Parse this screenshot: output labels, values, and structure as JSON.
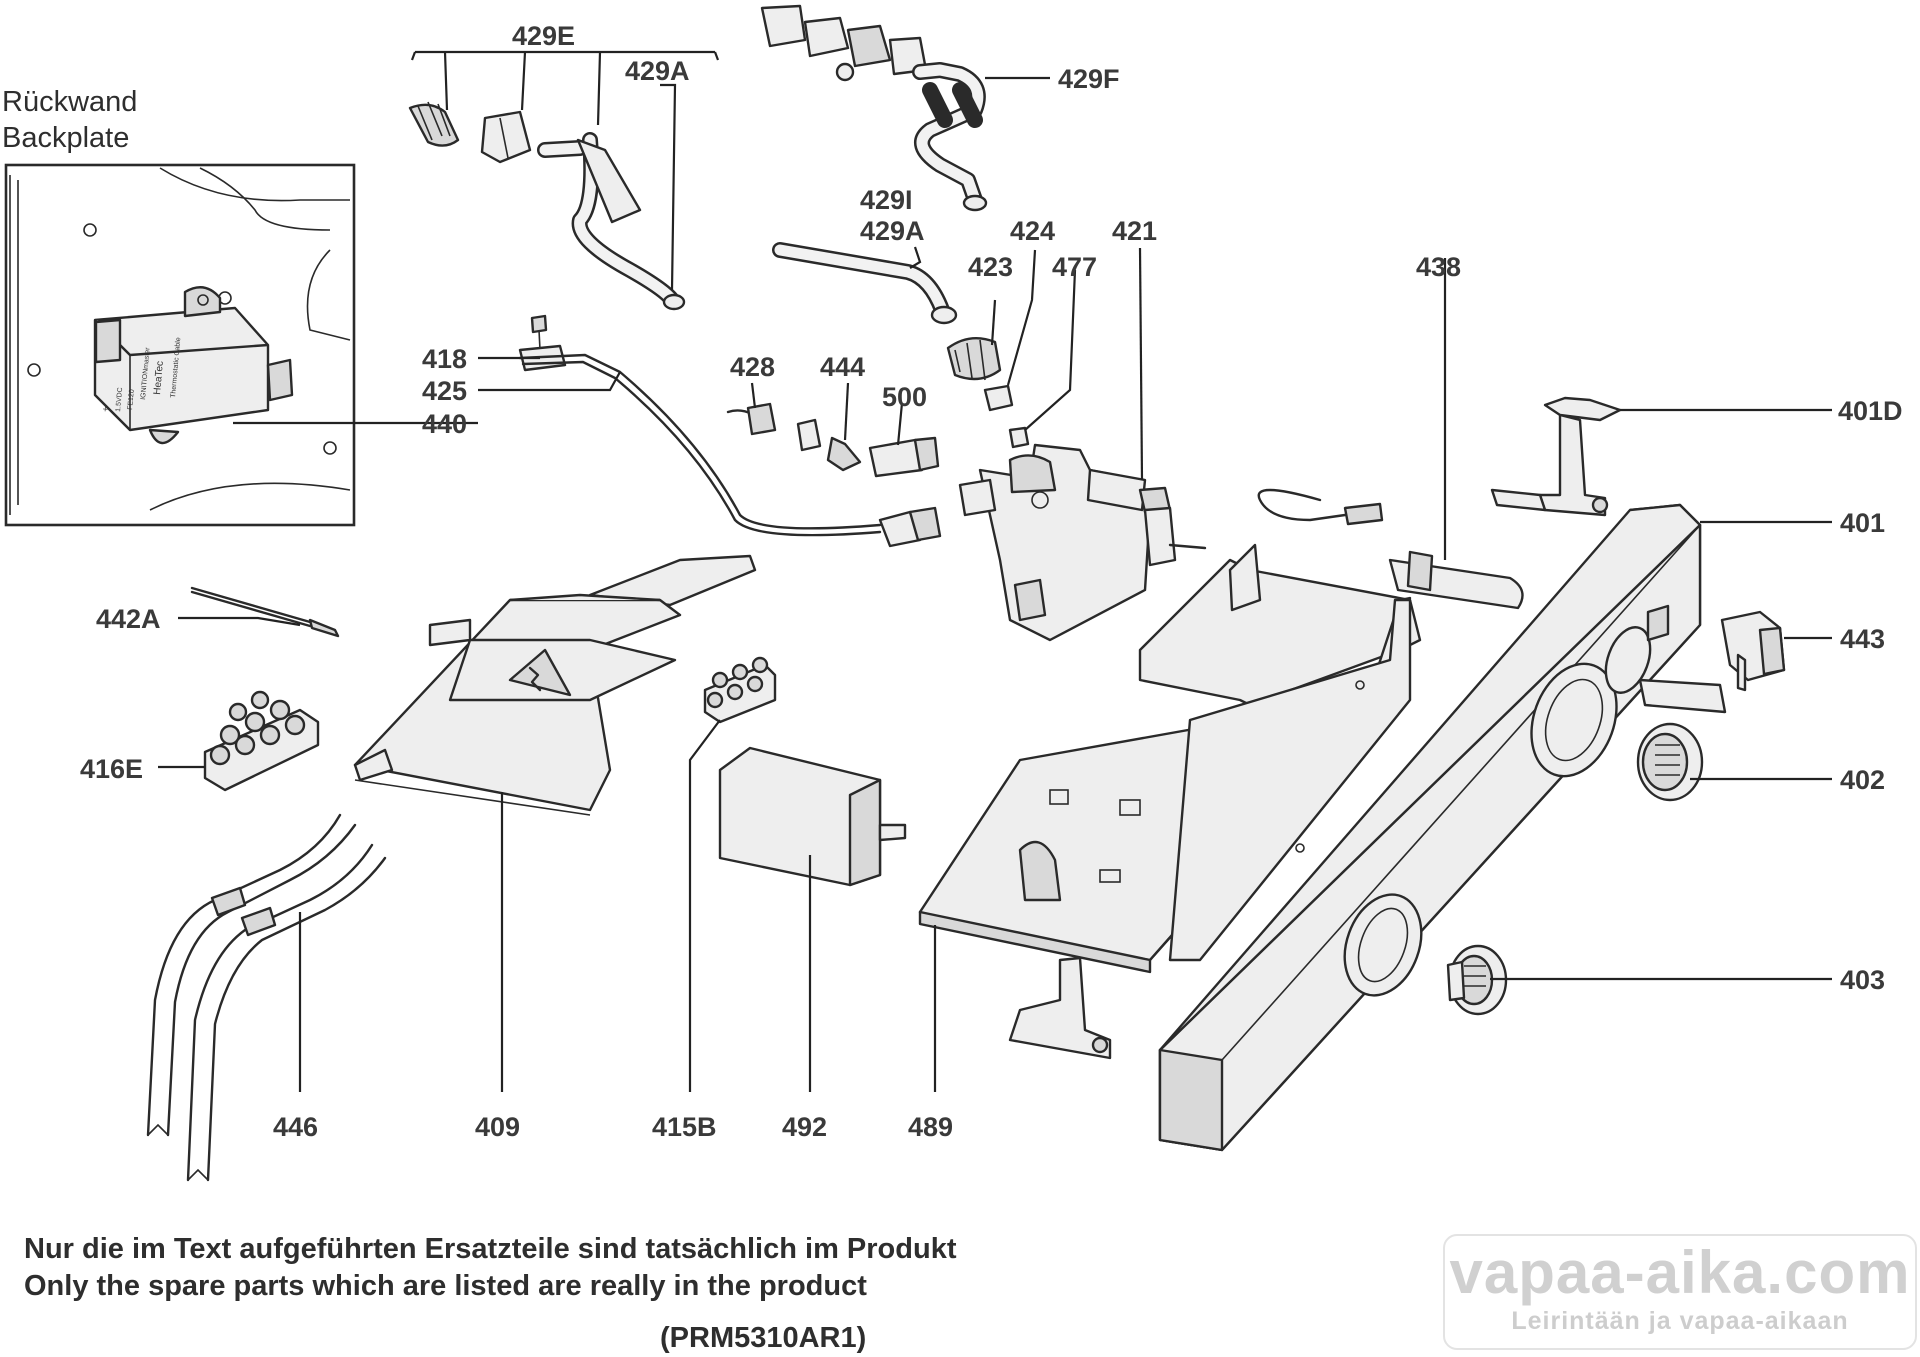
{
  "inset": {
    "title_de": "Rückwand",
    "title_en": "Backplate",
    "component_text": [
      "HeaTec",
      "Thermostatic Cable",
      "IGNITIONmaster",
      "FE120",
      "1.5VDC",
      "+"
    ]
  },
  "callouts": {
    "c429E": "429E",
    "c429A_top": "429A",
    "c429F": "429F",
    "c429I": "429I",
    "c429A_mid": "429A",
    "c424": "424",
    "c421": "421",
    "c423": "423",
    "c477": "477",
    "c438": "438",
    "c418": "418",
    "c425": "425",
    "c440": "440",
    "c428": "428",
    "c444": "444",
    "c500": "500",
    "c401D": "401D",
    "c401": "401",
    "c442A": "442A",
    "c443": "443",
    "c416E": "416E",
    "c402": "402",
    "c403": "403",
    "c446": "446",
    "c409": "409",
    "c415B": "415B",
    "c492": "492",
    "c489": "489"
  },
  "note": {
    "line_de": "Nur die im Text aufgeführten Ersatzteile sind tatsächlich im Produkt",
    "line_en": "Only the spare parts which are listed are really in the product",
    "reference": "(PRM5310AR1)"
  },
  "watermark": {
    "site": "vapaa-aika.com",
    "tagline": "Leirintään ja vapaa-aikaan"
  }
}
